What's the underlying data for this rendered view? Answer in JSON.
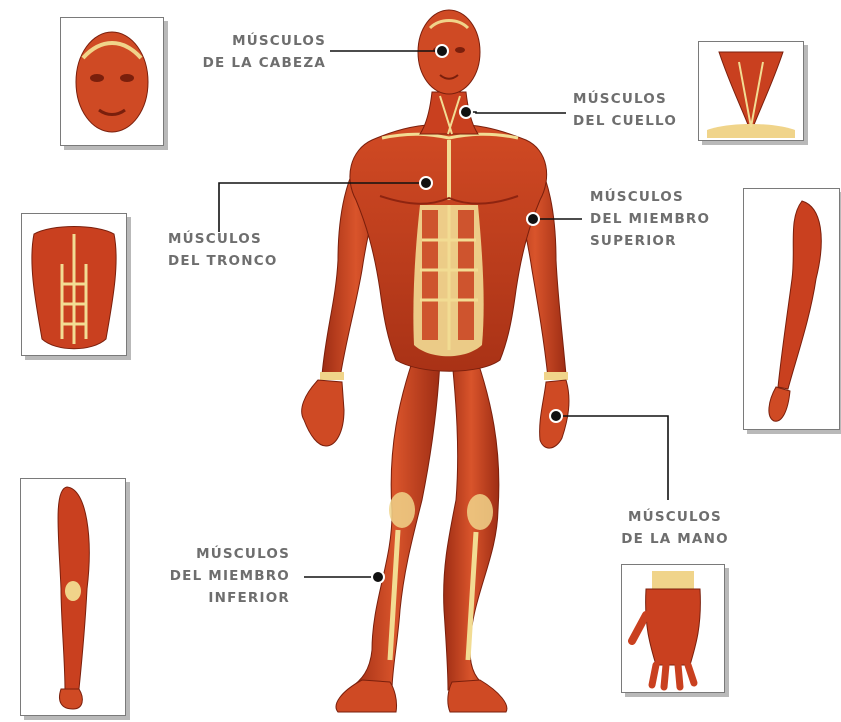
{
  "labels": {
    "cabeza": [
      "MÚSCULOS",
      "DE LA CABEZA"
    ],
    "cuello": [
      "MÚSCULOS",
      "DEL CUELLO"
    ],
    "tronco": [
      "MÚSCULOS",
      "DEL TRONCO"
    ],
    "superior": [
      "MÚSCULOS",
      "DEL MIEMBRO",
      "SUPERIOR"
    ],
    "mano": [
      "MÚSCULOS",
      "DE LA MANO"
    ],
    "inferior": [
      "MÚSCULOS",
      "DEL MIEMBRO",
      "INFERIOR"
    ]
  },
  "colors": {
    "muscle": "#c9401f",
    "muscle_dark": "#8e2410",
    "tendon": "#f2dc93",
    "label_text": "#6e6e6e",
    "leader_line": "#111111"
  }
}
